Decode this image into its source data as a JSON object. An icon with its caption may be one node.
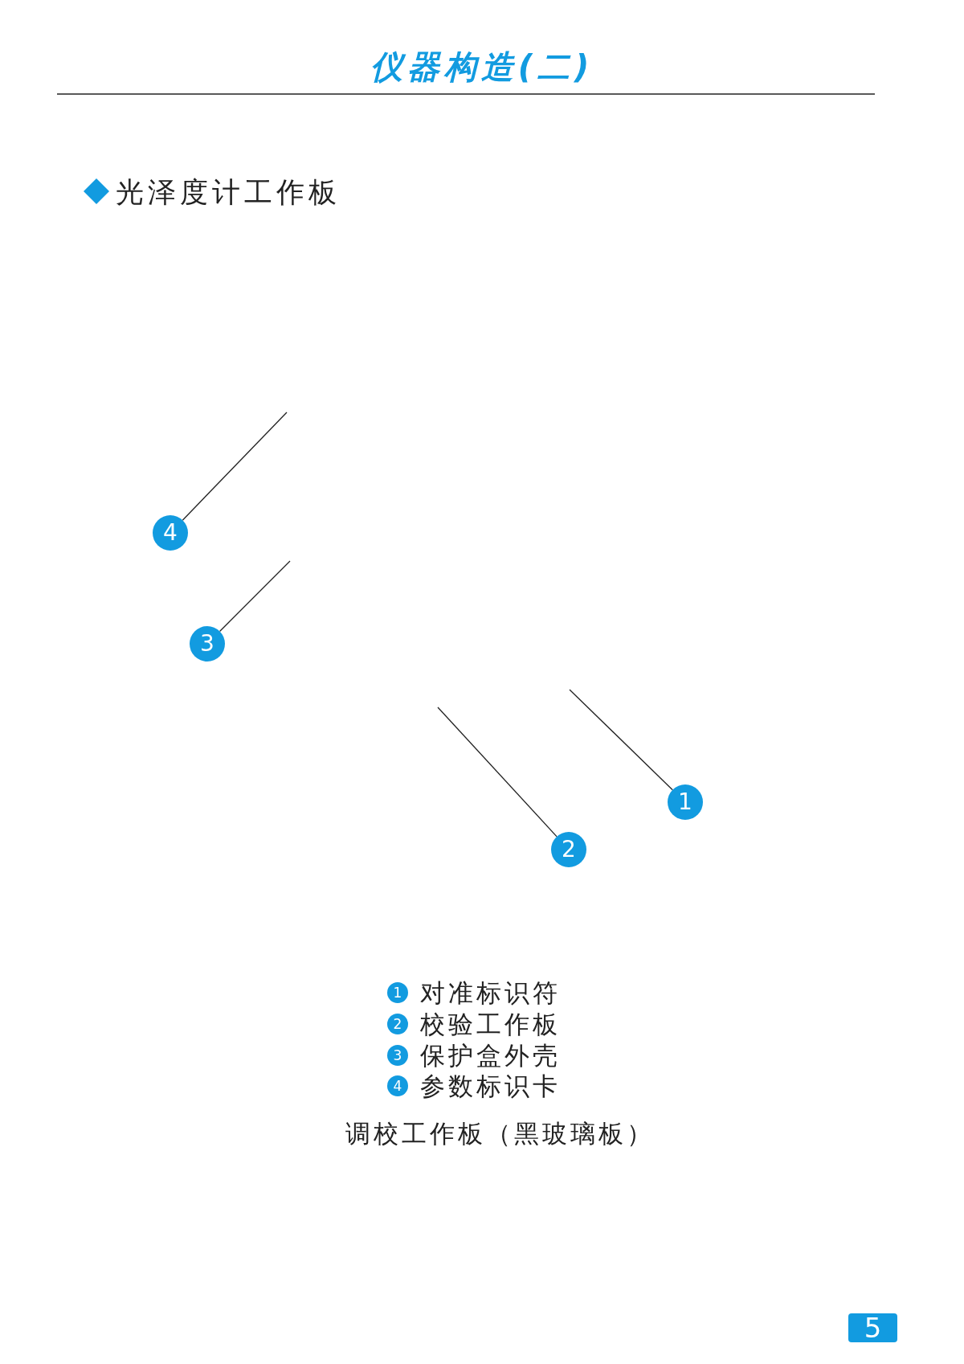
{
  "diagram": {
    "title": "仪器构造(二)",
    "caption": "调校工作板（黑玻璃板）",
    "nodes": [
      {
        "text": [
          "1"
        ]
      },
      {
        "text": [
          "2"
        ]
      },
      {
        "text": [
          "3"
        ]
      },
      {
        "text": [
          "4"
        ]
      }
    ],
    "edges": [
      {
        "from": 0,
        "to": null,
        "arrow": "none"
      },
      {
        "from": 1,
        "to": null,
        "arrow": "none"
      },
      {
        "from": 2,
        "to": null,
        "arrow": "none"
      },
      {
        "from": 3,
        "to": null,
        "arrow": "none"
      }
    ],
    "labels": [
      "光泽度计工作板",
      "1",
      "对准标识符",
      "2",
      "校验工作板",
      "3",
      "保护盒外壳",
      "4",
      "参数标识卡",
      "5"
    ]
  }
}
